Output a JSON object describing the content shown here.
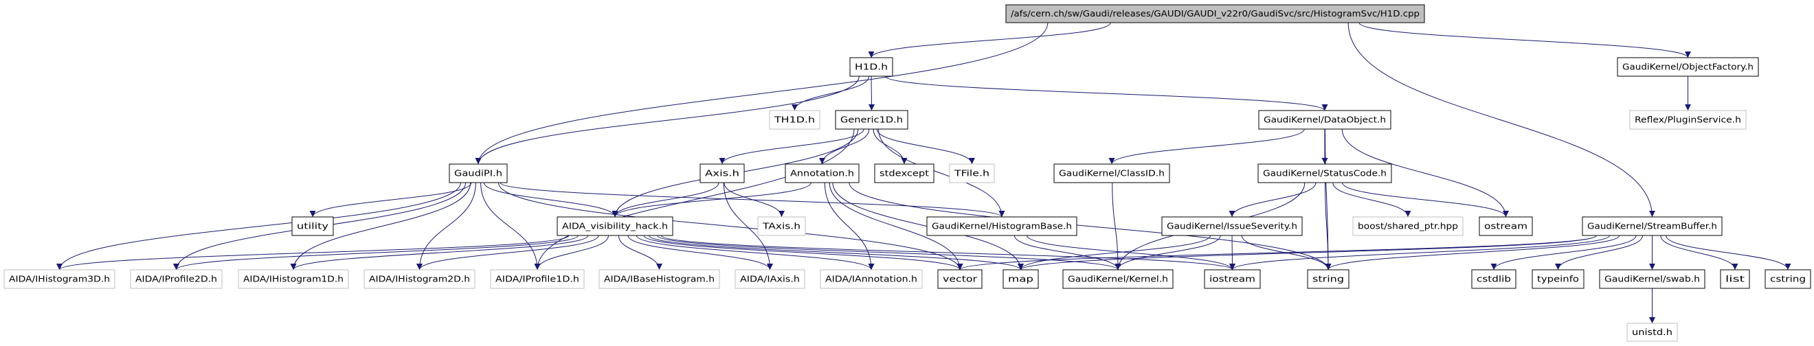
{
  "colors": {
    "edge": "#191970",
    "root_fill": "#bfbfbf",
    "node_border": "#000000",
    "external_border": "#bfbfbf",
    "text": "#000000"
  },
  "nodes": [
    {
      "id": "root",
      "label": "/afs/cern.ch/sw/Gaudi/releases/GAUDI/GAUDI_v22r0/GaudiSvc/src/HistogramSvc/H1D.cpp",
      "style": "root"
    },
    {
      "id": "h1d",
      "label": "H1D.h",
      "style": "local"
    },
    {
      "id": "objfactory",
      "label": "GaudiKernel/ObjectFactory.h",
      "style": "local"
    },
    {
      "id": "th1d",
      "label": "TH1D.h",
      "style": "external"
    },
    {
      "id": "generic1d",
      "label": "Generic1D.h",
      "style": "local"
    },
    {
      "id": "dataobject",
      "label": "GaudiKernel/DataObject.h",
      "style": "local"
    },
    {
      "id": "plugin",
      "label": "Reflex/PluginService.h",
      "style": "external"
    },
    {
      "id": "gaudipi",
      "label": "GaudiPI.h",
      "style": "local"
    },
    {
      "id": "axis",
      "label": "Axis.h",
      "style": "local"
    },
    {
      "id": "annotation",
      "label": "Annotation.h",
      "style": "local"
    },
    {
      "id": "stdexcept",
      "label": "stdexcept",
      "style": "local"
    },
    {
      "id": "tfile",
      "label": "TFile.h",
      "style": "external"
    },
    {
      "id": "classid",
      "label": "GaudiKernel/ClassID.h",
      "style": "local"
    },
    {
      "id": "statuscode",
      "label": "GaudiKernel/StatusCode.h",
      "style": "local"
    },
    {
      "id": "utility",
      "label": "utility",
      "style": "local"
    },
    {
      "id": "aidavis",
      "label": "AIDA_visibility_hack.h",
      "style": "local"
    },
    {
      "id": "taxis",
      "label": "TAxis.h",
      "style": "external"
    },
    {
      "id": "histbase",
      "label": "GaudiKernel/HistogramBase.h",
      "style": "local"
    },
    {
      "id": "issuesev",
      "label": "GaudiKernel/IssueSeverity.h",
      "style": "local"
    },
    {
      "id": "boost",
      "label": "boost/shared_ptr.hpp",
      "style": "external"
    },
    {
      "id": "ostream",
      "label": "ostream",
      "style": "local"
    },
    {
      "id": "streambuf",
      "label": "GaudiKernel/StreamBuffer.h",
      "style": "local"
    },
    {
      "id": "ih3d",
      "label": "AIDA/IHistogram3D.h",
      "style": "external"
    },
    {
      "id": "ip2d",
      "label": "AIDA/IProfile2D.h",
      "style": "external"
    },
    {
      "id": "ih1d",
      "label": "AIDA/IHistogram1D.h",
      "style": "external"
    },
    {
      "id": "ih2d",
      "label": "AIDA/IHistogram2D.h",
      "style": "external"
    },
    {
      "id": "ip1d",
      "label": "AIDA/IProfile1D.h",
      "style": "external"
    },
    {
      "id": "ibase",
      "label": "AIDA/IBaseHistogram.h",
      "style": "external"
    },
    {
      "id": "iaxis",
      "label": "AIDA/IAxis.h",
      "style": "external"
    },
    {
      "id": "iannot",
      "label": "AIDA/IAnnotation.h",
      "style": "external"
    },
    {
      "id": "vector",
      "label": "vector",
      "style": "local"
    },
    {
      "id": "map",
      "label": "map",
      "style": "local"
    },
    {
      "id": "kernel",
      "label": "GaudiKernel/Kernel.h",
      "style": "local"
    },
    {
      "id": "iostream",
      "label": "iostream",
      "style": "local"
    },
    {
      "id": "string",
      "label": "string",
      "style": "local"
    },
    {
      "id": "cstdlib",
      "label": "cstdlib",
      "style": "local"
    },
    {
      "id": "typeinfo",
      "label": "typeinfo",
      "style": "local"
    },
    {
      "id": "swab",
      "label": "GaudiKernel/swab.h",
      "style": "local"
    },
    {
      "id": "list",
      "label": "list",
      "style": "local"
    },
    {
      "id": "cstring",
      "label": "cstring",
      "style": "local"
    },
    {
      "id": "unistd",
      "label": "unistd.h",
      "style": "external"
    }
  ],
  "edges": [
    [
      "root",
      "h1d"
    ],
    [
      "root",
      "gaudipi"
    ],
    [
      "root",
      "objfactory"
    ],
    [
      "root",
      "streambuf"
    ],
    [
      "h1d",
      "gaudipi"
    ],
    [
      "h1d",
      "th1d"
    ],
    [
      "h1d",
      "generic1d"
    ],
    [
      "h1d",
      "dataobject"
    ],
    [
      "objfactory",
      "plugin"
    ],
    [
      "generic1d",
      "axis"
    ],
    [
      "generic1d",
      "annotation"
    ],
    [
      "generic1d",
      "stdexcept"
    ],
    [
      "generic1d",
      "tfile"
    ],
    [
      "generic1d",
      "histbase"
    ],
    [
      "generic1d",
      "aidavis"
    ],
    [
      "generic1d",
      "ip1d"
    ],
    [
      "gaudipi",
      "utility"
    ],
    [
      "gaudipi",
      "aidavis"
    ],
    [
      "gaudipi",
      "ih3d"
    ],
    [
      "gaudipi",
      "ip2d"
    ],
    [
      "gaudipi",
      "ih1d"
    ],
    [
      "gaudipi",
      "ih2d"
    ],
    [
      "gaudipi",
      "ip1d"
    ],
    [
      "gaudipi",
      "histbase"
    ],
    [
      "gaudipi",
      "vector"
    ],
    [
      "axis",
      "aidavis"
    ],
    [
      "axis",
      "taxis"
    ],
    [
      "axis",
      "iaxis"
    ],
    [
      "annotation",
      "aidavis"
    ],
    [
      "annotation",
      "iannot"
    ],
    [
      "annotation",
      "vector"
    ],
    [
      "annotation",
      "map"
    ],
    [
      "annotation",
      "string"
    ],
    [
      "aidavis",
      "ih3d"
    ],
    [
      "aidavis",
      "ip2d"
    ],
    [
      "aidavis",
      "ih1d"
    ],
    [
      "aidavis",
      "ih2d"
    ],
    [
      "aidavis",
      "ip1d"
    ],
    [
      "aidavis",
      "ibase"
    ],
    [
      "aidavis",
      "iaxis"
    ],
    [
      "aidavis",
      "iannot"
    ],
    [
      "aidavis",
      "vector"
    ],
    [
      "aidavis",
      "map"
    ],
    [
      "aidavis",
      "kernel"
    ],
    [
      "aidavis",
      "iostream"
    ],
    [
      "histbase",
      "kernel"
    ],
    [
      "histbase",
      "iostream"
    ],
    [
      "dataobject",
      "classid"
    ],
    [
      "dataobject",
      "statuscode"
    ],
    [
      "dataobject",
      "ostream"
    ],
    [
      "dataobject",
      "string"
    ],
    [
      "classid",
      "kernel"
    ],
    [
      "statuscode",
      "issuesev"
    ],
    [
      "statuscode",
      "boost"
    ],
    [
      "statuscode",
      "ostream"
    ],
    [
      "statuscode",
      "kernel"
    ],
    [
      "statuscode",
      "string"
    ],
    [
      "issuesev",
      "iostream"
    ],
    [
      "issuesev",
      "string"
    ],
    [
      "issuesev",
      "kernel"
    ],
    [
      "issuesev",
      "map"
    ],
    [
      "streambuf",
      "vector"
    ],
    [
      "streambuf",
      "map"
    ],
    [
      "streambuf",
      "iostream"
    ],
    [
      "streambuf",
      "string"
    ],
    [
      "streambuf",
      "cstdlib"
    ],
    [
      "streambuf",
      "typeinfo"
    ],
    [
      "streambuf",
      "swab"
    ],
    [
      "streambuf",
      "list"
    ],
    [
      "streambuf",
      "cstring"
    ],
    [
      "swab",
      "unistd"
    ]
  ]
}
